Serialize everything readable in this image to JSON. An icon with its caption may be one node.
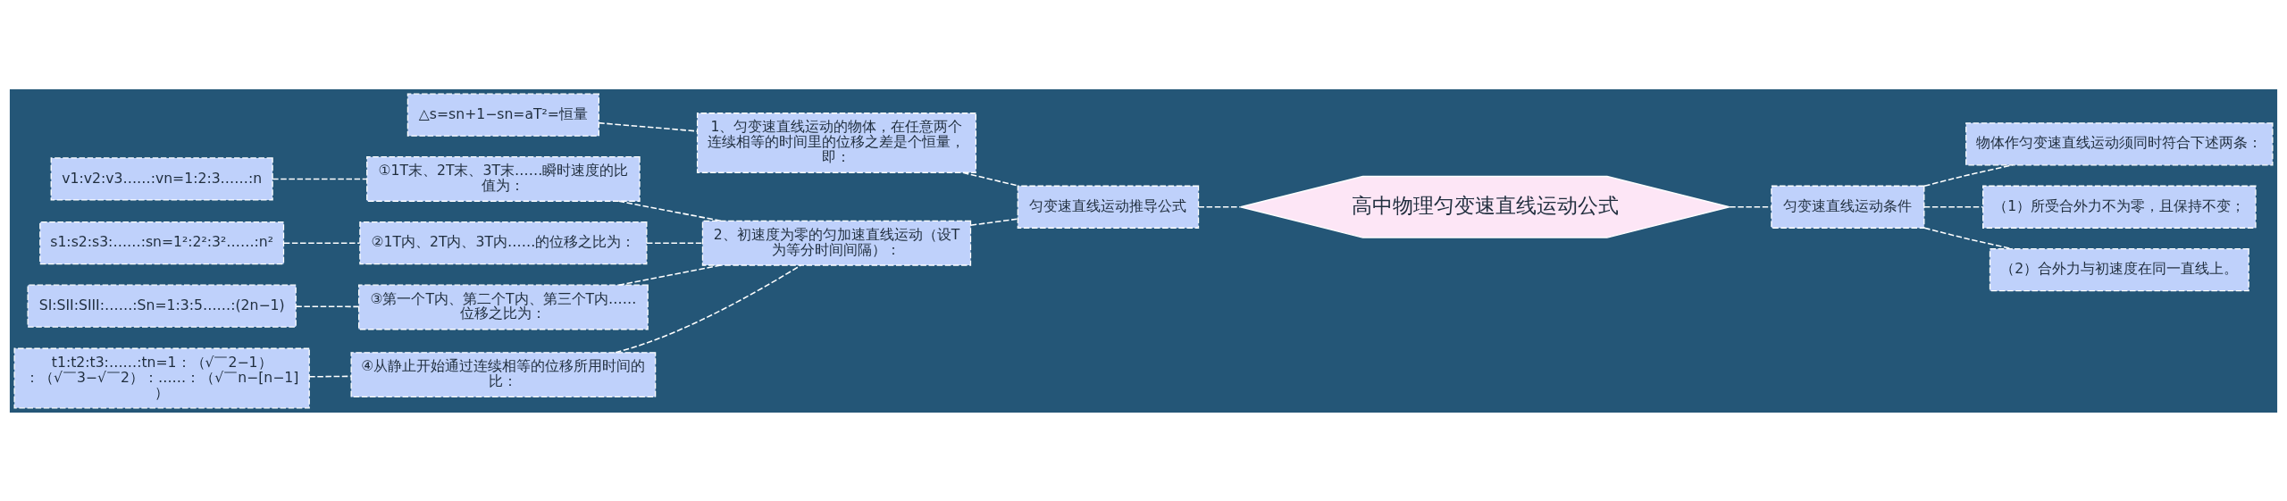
{
  "diagram": {
    "nodes": [
      {
        "text": [
          "高中物理匀变速直线运动公式"
        ]
      },
      {
        "text": [
          "匀变速直线运动推导公式"
        ]
      },
      {
        "text": [
          "1、匀变速直线运动的物体，在任意两个连续相等的时间里的位移之差是个恒量，即："
        ]
      },
      {
        "text": [
          "△s=sn+1−sn=aT²=恒量"
        ]
      },
      {
        "text": [
          "2、初速度为零的匀加速直线运动（设T为等分时间间隔）："
        ]
      },
      {
        "text": [
          "①1T末、2T末、3T末……瞬时速度的比值为："
        ]
      },
      {
        "text": [
          "v1:v2:v3……:vn=1:2:3……:n"
        ]
      },
      {
        "text": [
          "②1T内、2T内、3T内……的位移之比为："
        ]
      },
      {
        "text": [
          "s1:s2:s3:……:sn=1²:2²:3²……:n²"
        ]
      },
      {
        "text": [
          "③第一个T内、第二个T内、第三个T内……位移之比为："
        ]
      },
      {
        "text": [
          "SI:SII:SIII:……:Sn=1:3:5……:(2n−1)"
        ]
      },
      {
        "text": [
          "④从静止开始通过连续相等的位移所用时间的比："
        ]
      },
      {
        "text": [
          "t1:t2:t3:……:tn=1：（√￣2−1）：（√￣3−√￣2）：……：（√￣n−[n−1]）"
        ]
      },
      {
        "text": [
          "匀变速直线运动条件"
        ]
      },
      {
        "text": [
          "物体作匀变速直线运动须同时符合下述两条："
        ]
      },
      {
        "text": [
          "（1）所受合外力不为零，且保持不变；"
        ]
      },
      {
        "text": [
          "（2）合外力与初速度在同一直线上。"
        ]
      }
    ],
    "edges": [
      {
        "from": 0,
        "to": 1,
        "arrow": "none",
        "style": "dashed"
      },
      {
        "from": 1,
        "to": 2,
        "arrow": "none",
        "style": "dashed"
      },
      {
        "from": 2,
        "to": 3,
        "arrow": "none",
        "style": "dashed"
      },
      {
        "from": 1,
        "to": 4,
        "arrow": "none",
        "style": "dashed"
      },
      {
        "from": 4,
        "to": 5,
        "arrow": "none",
        "style": "dashed"
      },
      {
        "from": 5,
        "to": 6,
        "arrow": "none",
        "style": "dashed"
      },
      {
        "from": 4,
        "to": 7,
        "arrow": "none",
        "style": "dashed"
      },
      {
        "from": 7,
        "to": 8,
        "arrow": "none",
        "style": "dashed"
      },
      {
        "from": 4,
        "to": 9,
        "arrow": "none",
        "style": "dashed"
      },
      {
        "from": 9,
        "to": 10,
        "arrow": "none",
        "style": "dashed"
      },
      {
        "from": 4,
        "to": 11,
        "arrow": "none",
        "style": "dashed"
      },
      {
        "from": 11,
        "to": 12,
        "arrow": "none",
        "style": "dashed"
      },
      {
        "from": 0,
        "to": 13,
        "arrow": "none",
        "style": "dashed"
      },
      {
        "from": 13,
        "to": 14,
        "arrow": "none",
        "style": "dashed"
      },
      {
        "from": 13,
        "to": 15,
        "arrow": "none",
        "style": "dashed"
      },
      {
        "from": 13,
        "to": 16,
        "arrow": "none",
        "style": "dashed"
      }
    ]
  }
}
